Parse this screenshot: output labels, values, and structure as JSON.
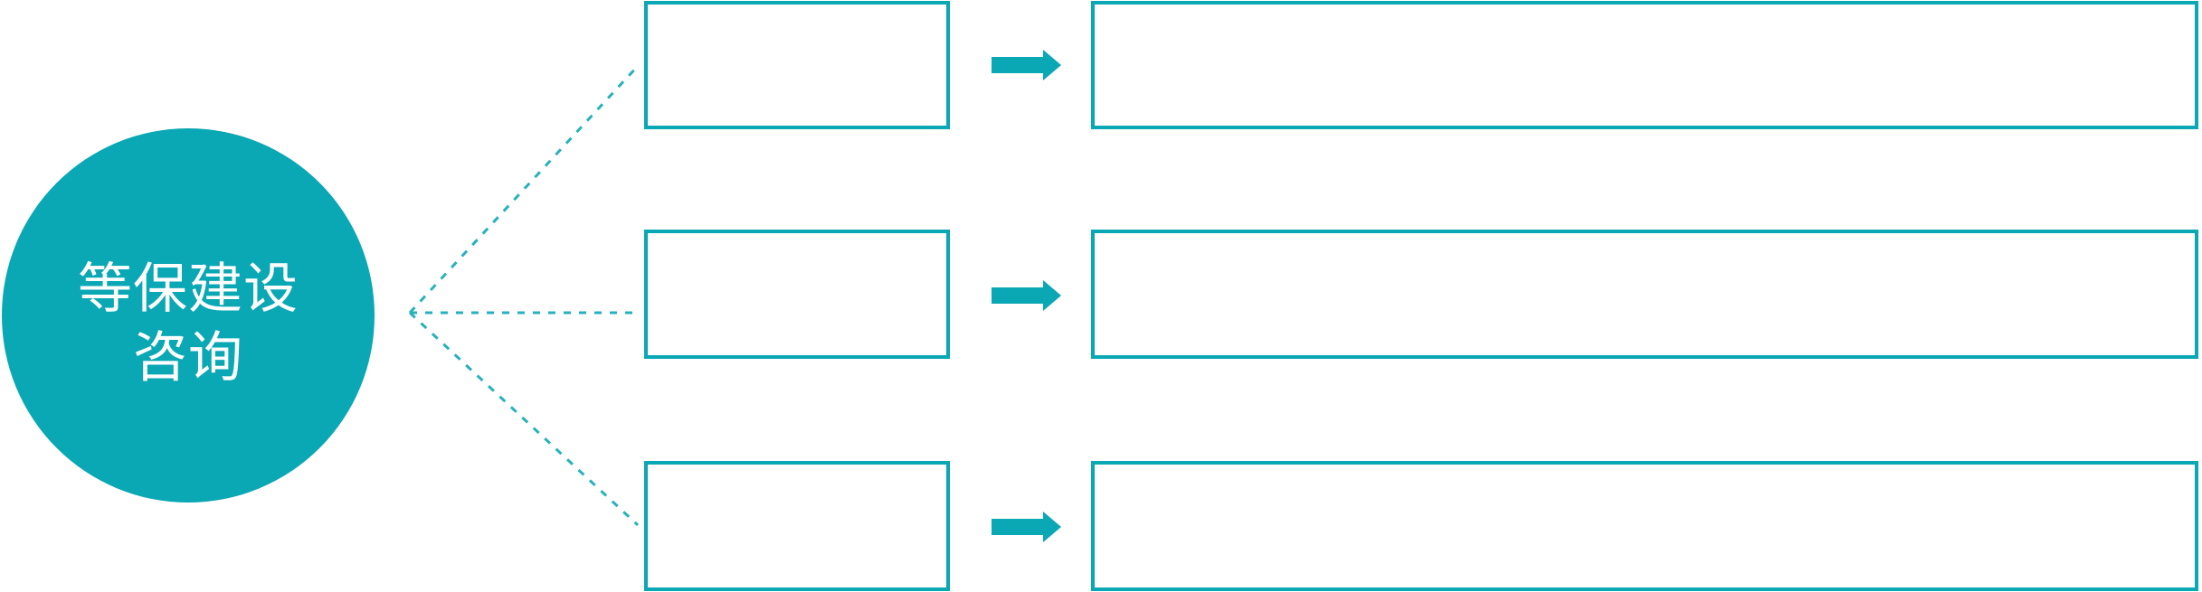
{
  "colors": {
    "accent": "#0AA7B4",
    "dotted_line": "#27B1BD",
    "text_on_accent": "#FFFFFF",
    "background": "#FFFFFF"
  },
  "hub": {
    "label": "等保建设咨询",
    "label_line1": "等保建设",
    "label_line2": "咨询"
  },
  "rows": [
    {
      "step_label": "",
      "detail_label": ""
    },
    {
      "step_label": "",
      "detail_label": ""
    },
    {
      "step_label": "",
      "detail_label": ""
    }
  ],
  "icons": {
    "arrow": "block-arrow-right",
    "connector": "dotted-branch-lines"
  }
}
